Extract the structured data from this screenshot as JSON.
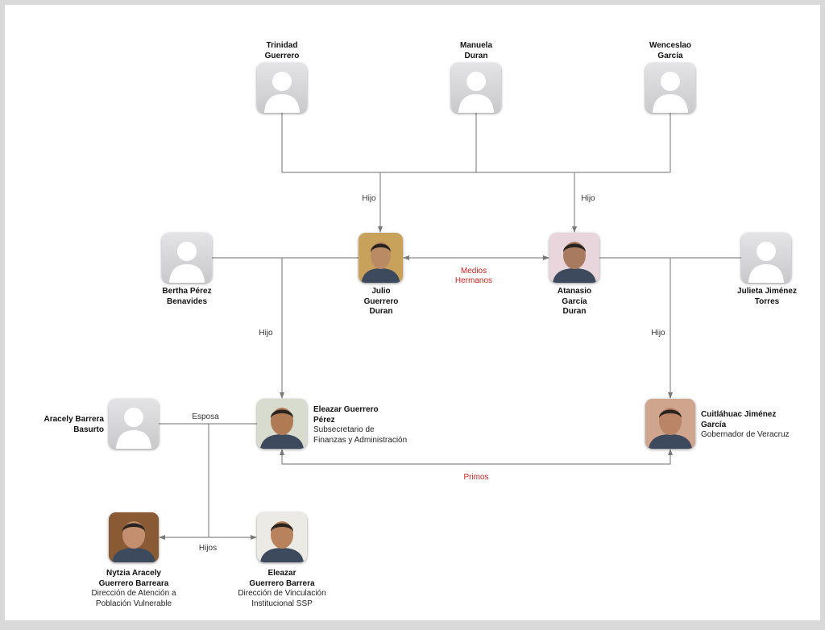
{
  "people": {
    "trinidad": {
      "name": [
        "Trinidad",
        "Guerrero"
      ],
      "photo": "placeholder"
    },
    "manuela": {
      "name": [
        "Manuela",
        "Duran"
      ],
      "photo": "placeholder"
    },
    "wenceslao": {
      "name": [
        "Wenceslao",
        "García"
      ],
      "photo": "placeholder"
    },
    "bertha": {
      "name": [
        "Bertha Pérez",
        "Benavides"
      ],
      "photo": "placeholder"
    },
    "julio": {
      "name": [
        "Julio",
        "Guerrero",
        "Duran"
      ],
      "photo": "portrait"
    },
    "atanasio": {
      "name": [
        "Atanasio",
        "García",
        "Duran"
      ],
      "photo": "portrait"
    },
    "julieta": {
      "name": [
        "Julieta Jiménez",
        "Torres"
      ],
      "photo": "placeholder"
    },
    "aracely": {
      "name": [
        "Aracely Barrera",
        "Basurto"
      ],
      "photo": "placeholder"
    },
    "eleazar_gp": {
      "name": [
        "Eleazar Guerrero",
        "Pérez"
      ],
      "role": [
        "Subsecretario de",
        "Finanzas  y Administración"
      ],
      "photo": "portrait"
    },
    "cuitlahuac": {
      "name": [
        "Cuitláhuac Jiménez",
        "García"
      ],
      "role": [
        "Gobernador de Veracruz"
      ],
      "photo": "portrait"
    },
    "nytzia": {
      "name": [
        "Nytzia Aracely",
        "Guerrero Barreara"
      ],
      "role": [
        "Dirección de Atención a",
        "Población Vulnerable"
      ],
      "photo": "portrait"
    },
    "eleazar_gb": {
      "name": [
        "Eleazar",
        "Guerrero Barrera"
      ],
      "role": [
        "Dirección de Vinculación",
        "Institucional SSP"
      ],
      "photo": "portrait"
    }
  },
  "relations": {
    "hijo_julio": "Hijo",
    "hijo_atanasio": "Hijo",
    "hijo_eleazar": "Hijo",
    "hijo_cuitlahuac": "Hijo",
    "medios_hermanos": [
      "Medios",
      "Hermanos"
    ],
    "esposa": "Esposa",
    "hijos": "Hijos",
    "primos": "Primos"
  },
  "colors": {
    "line": "#8a8a8a",
    "relation_highlight": "#d0201c"
  }
}
